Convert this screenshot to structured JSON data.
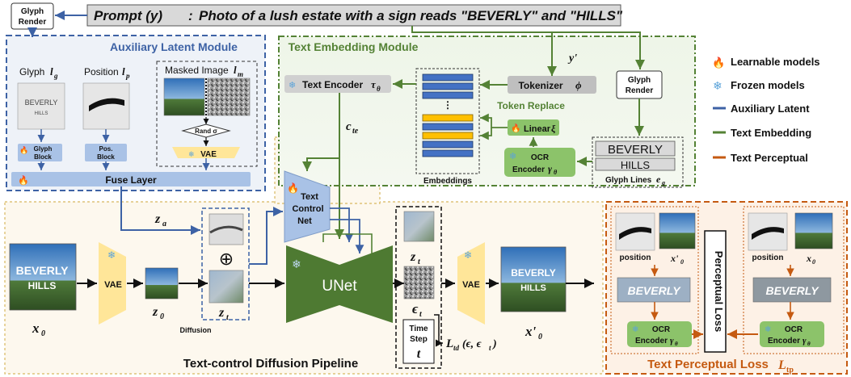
{
  "prompt": {
    "label": "Prompt (y)",
    "sep": ":",
    "text": "Photo of a lush estate with a sign reads \"BEVERLY\" and \"HILLS\""
  },
  "glyph_render": {
    "line1": "Glyph",
    "line2": "Render"
  },
  "aux": {
    "title": "Auxiliary Latent Module",
    "glyph_label": "Glyph",
    "glyph_sym": "l",
    "glyph_sub": "g",
    "position_label": "Position",
    "position_sym": "l",
    "position_sub": "p",
    "masked_label": "Masked Image",
    "masked_sym": "l",
    "masked_sub": "m",
    "glyph_text_1": "BEVERLY",
    "glyph_text_2": "HILLS",
    "glyph_block_1": "Glyph",
    "glyph_block_2": "Block",
    "pos_block_1": "Pos.",
    "pos_block_2": "Block",
    "rand": "Rand σ",
    "vae": "VAE",
    "fuse": "Fuse Layer"
  },
  "tem": {
    "title": "Text Embedding Module",
    "y_prime": "y'",
    "text_encoder": "Text Encoder",
    "text_encoder_sym": "τ",
    "text_encoder_sub": "θ",
    "tokenizer": "Tokenizer",
    "tokenizer_sym": "ϕ",
    "token_replace": "Token Replace",
    "linear": "Linear",
    "linear_sym": "ξ",
    "ocr_1": "OCR",
    "ocr_2": "Encoder",
    "ocr_sym": "γ",
    "ocr_sub": "θ",
    "embeddings": "Embeddings",
    "glyph_lines": "Glyph Lines",
    "glyph_lines_sym": "e",
    "glyph_lines_sub": "g",
    "gl_text_1": "BEVERLY",
    "gl_text_2": "HILLS"
  },
  "pipeline": {
    "title": "Text-control Diffusion Pipeline",
    "c_te": "c",
    "c_te_sub": "te",
    "z_a": "z",
    "z_a_sub": "a",
    "x0": "x",
    "x0_sub": "0",
    "vae": "VAE",
    "z0": "z",
    "z0_sub": "0",
    "zt": "z",
    "zt_sub": "t",
    "diffusion": "Diffusion",
    "oplus": "⊕",
    "controlnet_1": "Text",
    "controlnet_2": "Control",
    "controlnet_3": "Net",
    "unet": "UNet",
    "zt2": "z",
    "zt2_sub": "t",
    "eps": "ϵ",
    "eps_sub": "t",
    "time_1": "Time",
    "time_2": "Step",
    "t_sym": "t",
    "loss": "L",
    "loss_sub": "td",
    "loss_args": "(ϵ, ϵ",
    "loss_args_sub": "t",
    "loss_close": ")",
    "vae2": "VAE",
    "x0p": "x'",
    "x0p_sub": "0"
  },
  "perc": {
    "position": "position",
    "x0p": "x'",
    "x0p_sub": "0",
    "x0": "x",
    "x0_sub": "0",
    "loss_label": "Perceptual Loss",
    "ocr_1": "OCR",
    "ocr_2": "Encoder",
    "ocr_sym": "γ",
    "ocr_sub": "θ",
    "title": "Text Perceptual Loss",
    "title_sym": "L",
    "title_sub": "tp"
  },
  "legend": {
    "learnable": "Learnable models",
    "frozen": "Frozen models",
    "aux": "Auxiliary Latent",
    "emb": "Text Embedding",
    "perc": "Text Perceptual"
  },
  "colors": {
    "blue": "#3D62A5",
    "green": "#548235",
    "orange": "#C55A11",
    "unet": "#4E7A32",
    "vae": "#FFE699",
    "block": "#A9C2E6",
    "ocr": "#8CC36A",
    "emb_blue": "#4472C4",
    "emb_yellow": "#FFC000"
  }
}
